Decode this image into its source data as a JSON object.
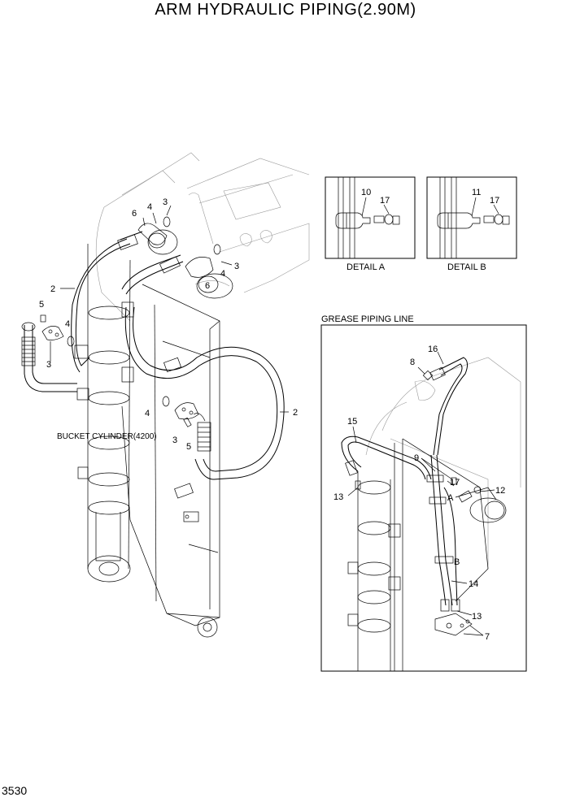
{
  "page": {
    "title": "ARM HYDRAULIC PIPING(2.90M)",
    "page_number": "3530"
  },
  "main_view": {
    "cylinder_label": "BUCKET CYLINDER(4200)",
    "callouts": {
      "c6a": "6",
      "c4a": "4",
      "c3a": "3",
      "c3b": "3",
      "c4b": "4",
      "c6b": "6",
      "c2a": "2",
      "c5a": "5",
      "c4c": "4",
      "c3c": "3",
      "c2b": "2",
      "c4d": "4",
      "c3d": "3",
      "c5b": "5"
    }
  },
  "detail_a": {
    "caption": "DETAIL A",
    "callouts": {
      "c10": "10",
      "c17": "17"
    }
  },
  "detail_b": {
    "caption": "DETAIL B",
    "callouts": {
      "c11": "11",
      "c17": "17"
    }
  },
  "grease": {
    "caption": "GREASE PIPING LINE",
    "callouts": {
      "c16": "16",
      "c8": "8",
      "c15": "15",
      "c9": "9",
      "c17": "17",
      "cA": "A",
      "c12": "12",
      "c13a": "13",
      "cB": "B",
      "c14": "14",
      "c13b": "13",
      "c7": "7"
    }
  }
}
